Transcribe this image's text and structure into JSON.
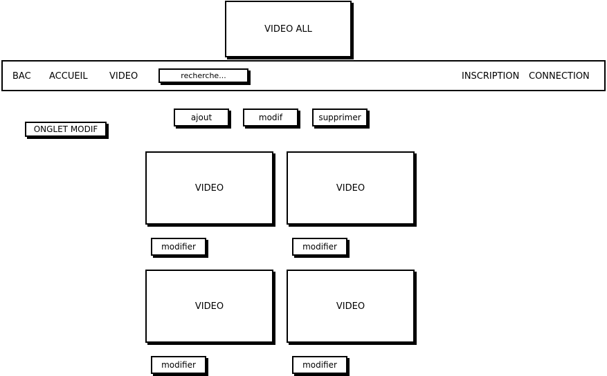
{
  "title": "VIDEO ALL",
  "navbar": {
    "links": [
      "BAC",
      "ACCUEIL",
      "VIDEO"
    ],
    "search_value": "recherche...",
    "right_links": [
      "INSCRIPTION",
      "CONNECTION"
    ]
  },
  "onglet": "ONGLET MODIF",
  "actions": {
    "ajout": "ajout",
    "modif": "modif",
    "supprimer": "supprimer"
  },
  "videos": [
    {
      "label": "VIDEO",
      "button": "modifier"
    },
    {
      "label": "VIDEO",
      "button": "modifier"
    },
    {
      "label": "VIDEO",
      "button": "modifier"
    },
    {
      "label": "VIDEO",
      "button": "modifier"
    }
  ]
}
